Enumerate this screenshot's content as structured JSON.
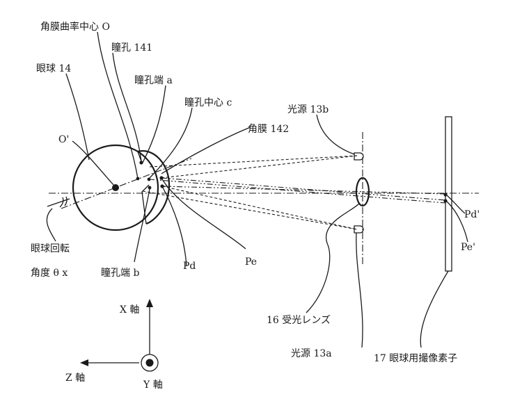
{
  "labels": {
    "cornea_center": "角膜曲率中心 O",
    "pupil": "瞳孔 141",
    "eyeball": "眼球 14",
    "pupil_edge_a": "瞳孔端 a",
    "pupil_center": "瞳孔中心 c",
    "cornea": "角膜 142",
    "o_prime": "O'",
    "light_b": "光源 13b",
    "rotation1": "眼球回転",
    "rotation2": "角度 θ x",
    "pupil_edge_b": "瞳孔端 b",
    "pd": "Pd",
    "pe": "Pe",
    "pd_prime": "Pd'",
    "pe_prime": "Pe'",
    "lens": "16 受光レンズ",
    "light_a": "光源 13a",
    "sensor": "17 眼球用撮像素子",
    "x_axis": "X 軸",
    "y_axis": "Y 軸",
    "z_axis": "Z 軸"
  }
}
